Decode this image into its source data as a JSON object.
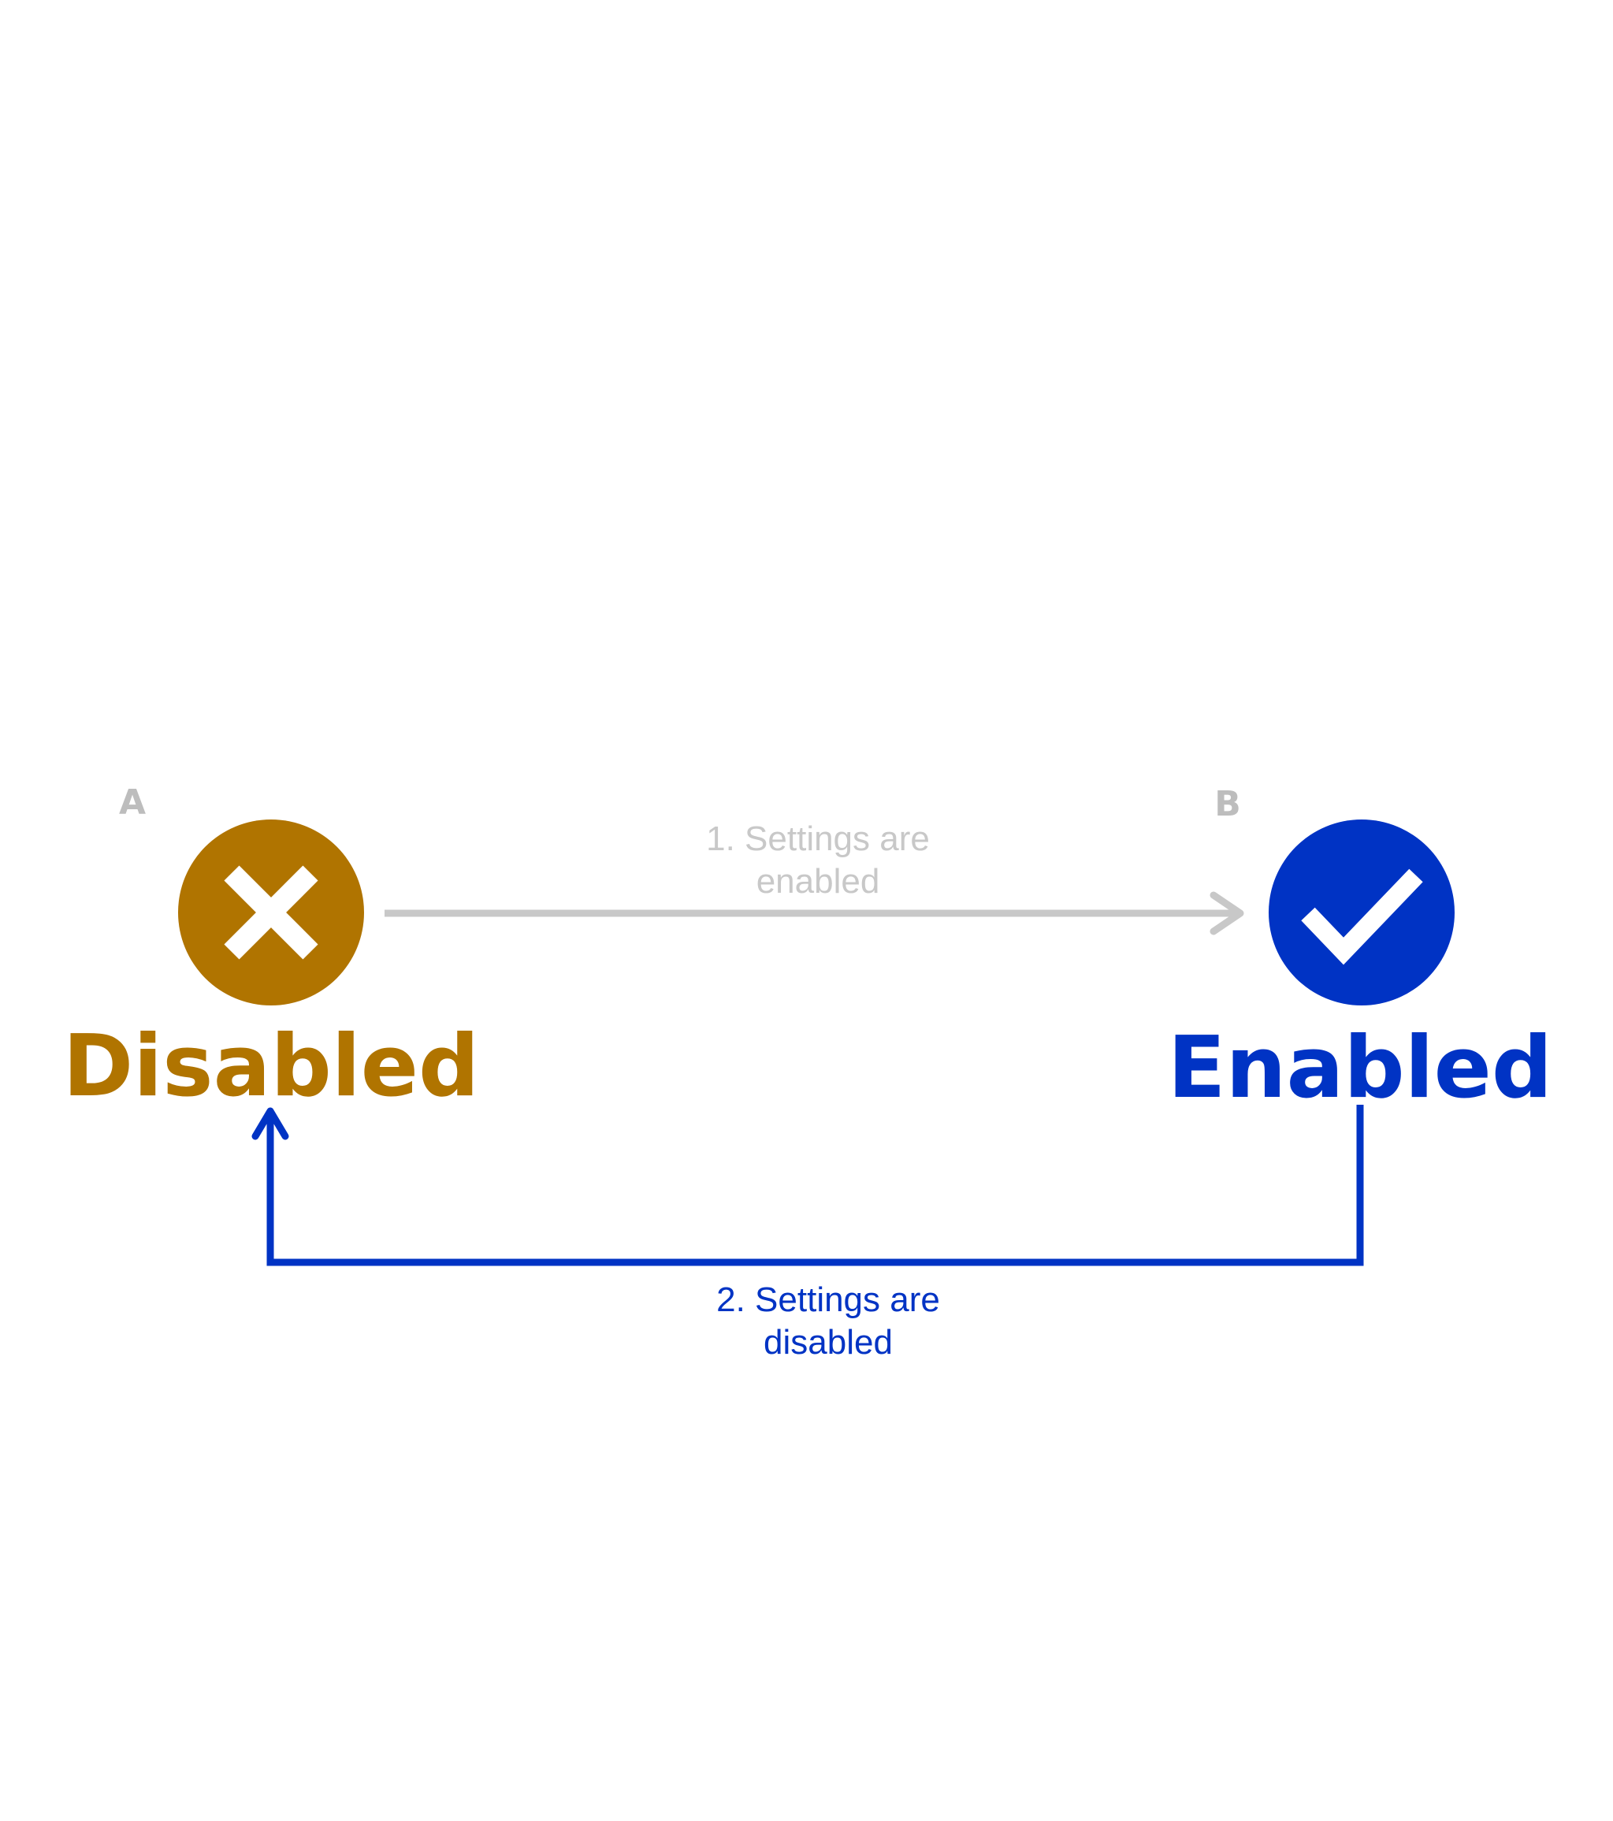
{
  "nodes": {
    "a": {
      "letter": "A",
      "label": "Disabled",
      "icon": "close-icon",
      "color": "#B07400"
    },
    "b": {
      "letter": "B",
      "label": "Enabled",
      "icon": "check-icon",
      "color": "#0033C4"
    }
  },
  "edges": {
    "enable": {
      "line1": "1. Settings are",
      "line2": "enabled",
      "color": "#C8C8C8"
    },
    "disable": {
      "line1": "2. Settings are",
      "line2": "disabled",
      "color": "#0033C4"
    }
  },
  "colors": {
    "node_letter": "#BDBDBD",
    "background": "#FFFFFF"
  }
}
